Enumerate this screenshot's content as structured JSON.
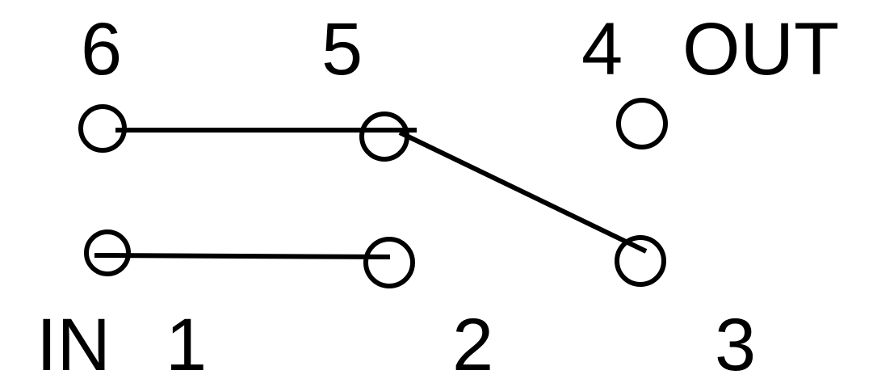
{
  "labels": {
    "port6": "6",
    "port5": "5",
    "port4": "4",
    "out": "OUT",
    "in": "IN",
    "port1": "1",
    "port2": "2",
    "port3": "3"
  },
  "connections": [
    {
      "from": "6",
      "to": "5"
    },
    {
      "from": "5",
      "to": "3"
    },
    {
      "from": "1",
      "to": "2"
    }
  ],
  "colors": {
    "line": "#000000",
    "background": "#ffffff"
  }
}
